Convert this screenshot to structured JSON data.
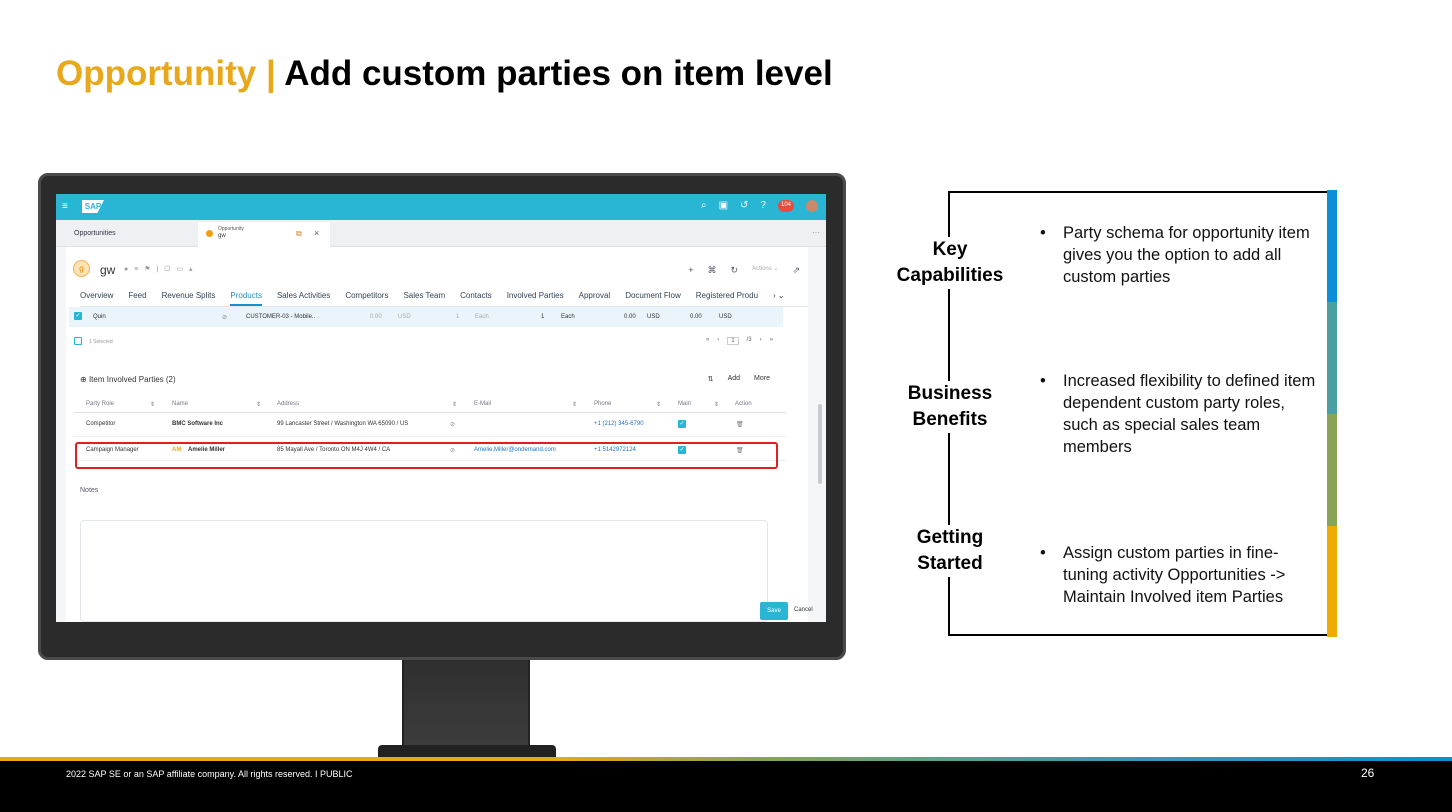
{
  "slide": {
    "title_accent": "Opportunity |",
    "title_main": "Add custom parties on item level",
    "footer_copyright": "2022 SAP SE or an SAP affiliate company. All rights reserved.  I   PUBLIC",
    "page_number": "26"
  },
  "app": {
    "logo": "SAP",
    "notification_count": "104",
    "tabs": {
      "list_tab": "Opportunities",
      "object_tab_type": "Opportunity",
      "object_tab_name": "gw"
    },
    "object": {
      "avatar_initial": "g",
      "name": "gw",
      "actions_label": "Actions"
    },
    "nav_tabs": [
      "Overview",
      "Feed",
      "Revenue Splits",
      "Products",
      "Sales Activities",
      "Competitors",
      "Sales Team",
      "Contacts",
      "Involved Parties",
      "Approval",
      "Document Flow",
      "Registered Produ"
    ],
    "active_tab": "Products",
    "product_row": {
      "name": "Quin",
      "customer": "CUSTOMER-03 - Mobile..",
      "amount1": "0.00",
      "currency1": "USD",
      "qty1": "1",
      "unit1": "Each",
      "qty2": "1",
      "unit2": "Each",
      "amount2": "0.00",
      "currency2": "USD",
      "amount3": "0.00",
      "currency3": "USD"
    },
    "selected_text": "1 Selected",
    "pager": {
      "current": "1",
      "total": "/3"
    },
    "involved_parties": {
      "title": "Item Involved Parties",
      "count": "(2)",
      "add_label": "Add",
      "more_label": "More",
      "columns": [
        "Party Role",
        "Name",
        "Address",
        "E-Mail",
        "Phone",
        "Main",
        "Action"
      ],
      "rows": [
        {
          "role": "Competitor",
          "initials": "",
          "name": "BMC Software Inc",
          "address": "99 Lancaster Street / Washington WA 65090 / US",
          "email": "",
          "phone": "+1 (212) 345-6790"
        },
        {
          "role": "Campaign Manager",
          "initials": "AM",
          "name": "Amelie Miller",
          "address": "85 Mayall Ave / Toronto ON M4J 4W4 / CA",
          "email": "Amelie.Miller@ondemand.com",
          "phone": "+1 5142972124"
        }
      ]
    },
    "notes_label": "Notes",
    "save_label": "Save",
    "cancel_label": "Cancel"
  },
  "panel": {
    "sections": [
      {
        "heading_1": "Key",
        "heading_2": "Capabilities",
        "bullet": "Party schema for opportunity item gives you the option to add all custom parties"
      },
      {
        "heading_1": "Business",
        "heading_2": "Benefits",
        "bullet": "Increased flexibility to defined item dependent custom party roles, such as special sales team members"
      },
      {
        "heading_1": "Getting",
        "heading_2": "Started",
        "bullet": "Assign custom parties in fine-tuning activity Opportunities -> Maintain Involved item Parties"
      }
    ],
    "bar_colors": [
      "#0b8fd8",
      "#4a9fa0",
      "#8aa354",
      "#f0ab00"
    ]
  }
}
